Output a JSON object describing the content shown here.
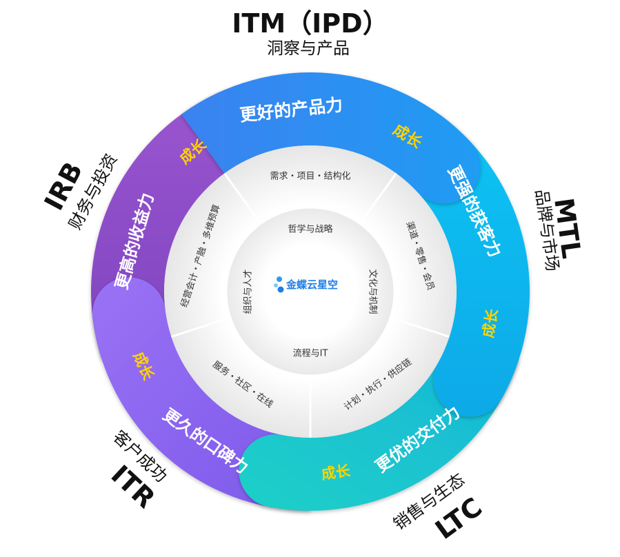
{
  "outer": [
    {
      "key": "itm",
      "title": "ITM（IPD）",
      "subtitle": "洞察与产品",
      "segment": "更好的产品力",
      "badge": "成长",
      "color": "#2d8df0"
    },
    {
      "key": "mtl",
      "title": "MTL",
      "subtitle": "品牌与市场",
      "segment": "更强的获客力",
      "badge": "成长",
      "color": "#12b6ee"
    },
    {
      "key": "ltc",
      "title": "LTC",
      "subtitle": "销售与生态",
      "segment": "更优的交付力",
      "badge": "成长",
      "color": "#19c3d2"
    },
    {
      "key": "itr",
      "title": "ITR",
      "subtitle": "客户成功",
      "segment": "更久的口碑力",
      "badge": "成长",
      "color": "#8e64f0"
    },
    {
      "key": "irb",
      "title": "IRB",
      "subtitle": "财务与投资",
      "segment": "更高的收益力",
      "badge": "成长",
      "color": "#8c4fc9"
    }
  ],
  "middle": [
    "需求・项目・结构化",
    "渠道・零售・会员",
    "计划・执行・供应链",
    "服务・社区・在线",
    "经营会计・产融・多维预算"
  ],
  "core": [
    "哲学与战略",
    "文化与机制",
    "流程与IT",
    "组织与人才"
  ],
  "logo": {
    "brand": "金蝶云",
    "product": "星空"
  }
}
